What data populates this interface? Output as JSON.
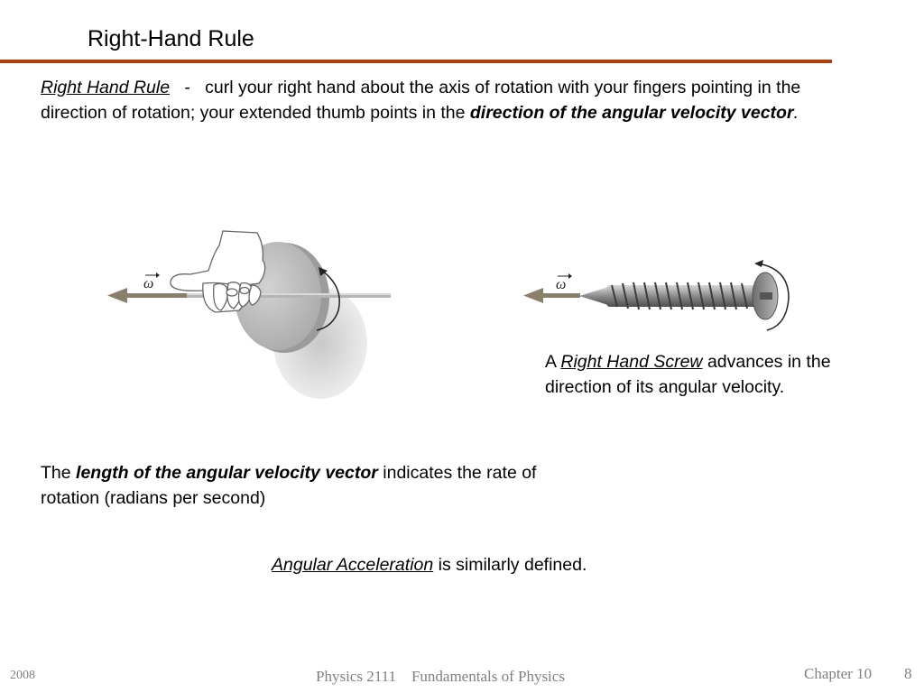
{
  "slide": {
    "title": "Right-Hand Rule",
    "intro": {
      "term": "Right Hand Rule",
      "dash": "-",
      "text": "curl your right hand about the axis of rotation with your fingers pointing in the direction of rotation;  your extended thumb points in the",
      "emphasis": "direction of the angular velocity vector",
      "end": "."
    },
    "figure": {
      "omega_symbol": "ω"
    },
    "screw_caption": {
      "lead": "A",
      "term": "Right Hand Screw",
      "rest": "advances in the direction of its angular velocity."
    },
    "length_text": {
      "lead": "The",
      "emphasis": "length of the angular velocity vector",
      "rest": "indicates the rate of rotation (radians per second)"
    },
    "accel_text": {
      "term": "Angular Acceleration",
      "rest": "is similarly defined."
    }
  },
  "footer": {
    "year": "2008",
    "course": "Physics 2111",
    "course_title": "Fundamentals of Physics",
    "chapter": "Chapter 10",
    "page": "8"
  },
  "colors": {
    "accent_rule": "#b0410f",
    "footer_text": "#808080",
    "vector_arrow": "#8a7f6a"
  }
}
